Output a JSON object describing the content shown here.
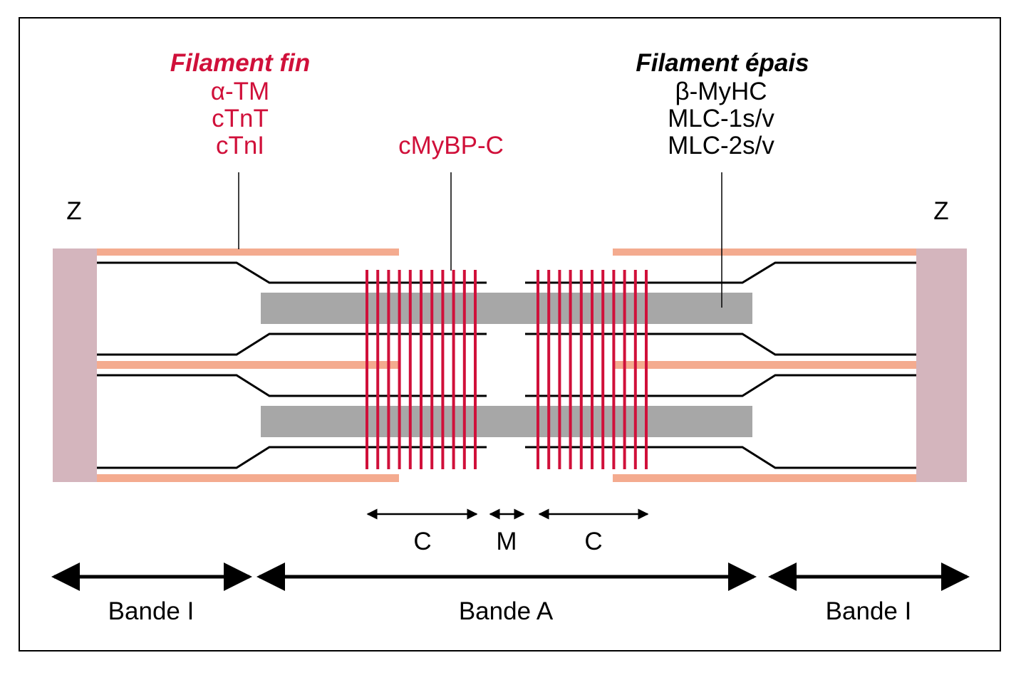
{
  "labels": {
    "thin_title": "Filament fin",
    "thin_items": [
      "α-TM",
      "cTnT",
      "cTnI"
    ],
    "mybpc": "cMyBP-C",
    "thick_title": "Filament épais",
    "thick_items": [
      "β-MyHC",
      "MLC-1s/v",
      "MLC-2s/v"
    ],
    "z_left": "Z",
    "z_right": "Z",
    "zone_c_left": "C",
    "zone_m": "M",
    "zone_c_right": "C",
    "band_i_left": "Bande I",
    "band_a": "Bande A",
    "band_i_right": "Bande I"
  },
  "colors": {
    "accent": "#d0103a",
    "z_disc": "#d4b5bd",
    "thin_band": "#f4ab8f",
    "thick_filament": "#a7a7a7",
    "line": "#000000"
  }
}
